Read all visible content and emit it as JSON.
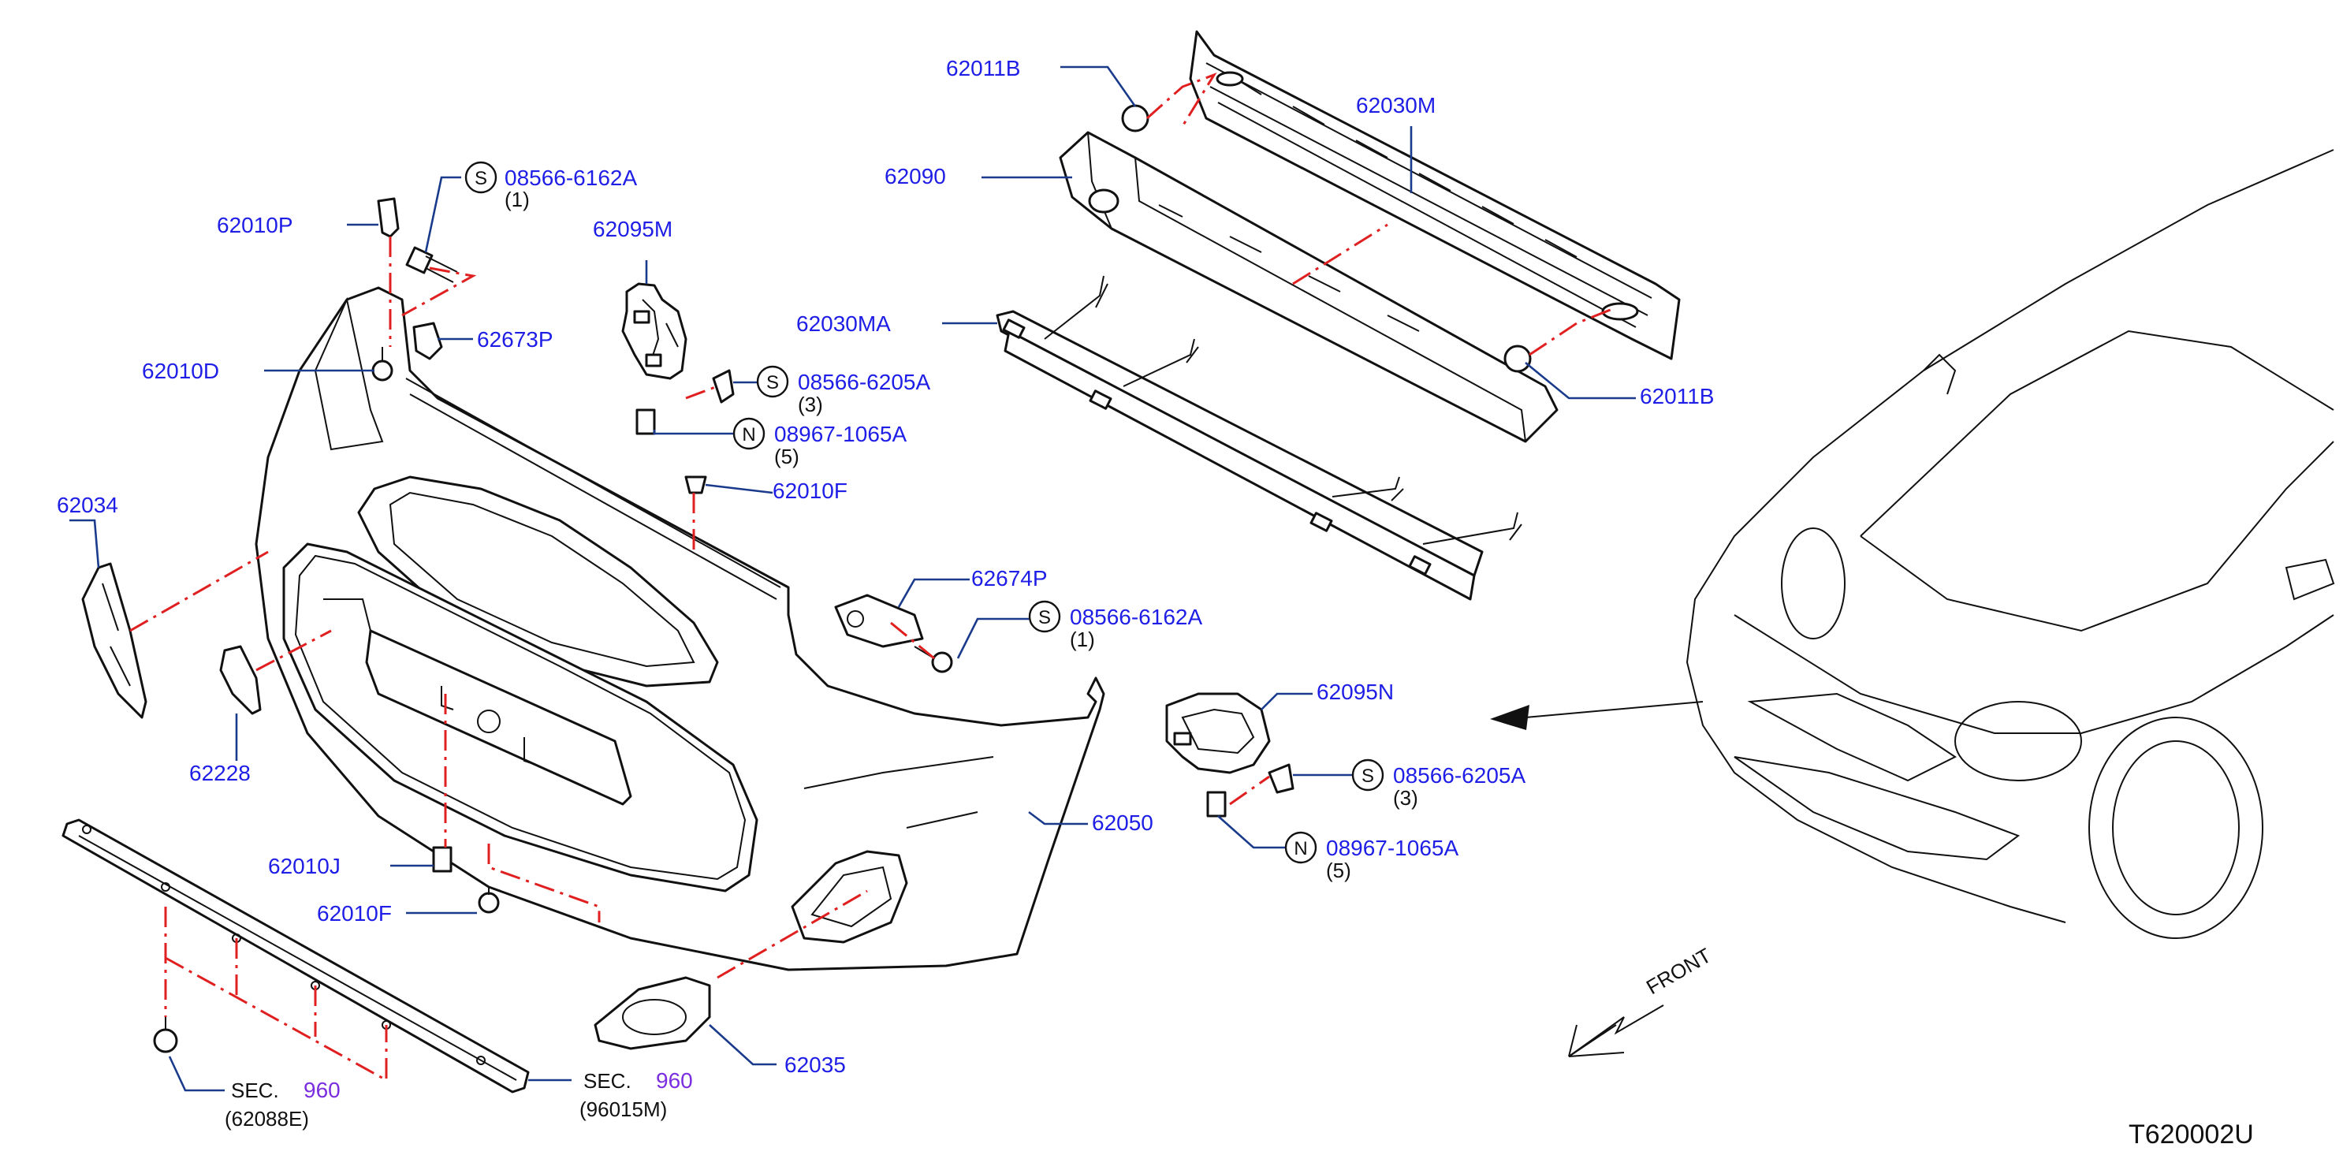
{
  "labels": {
    "p62011B_top": "62011B",
    "p62030M": "62030M",
    "p62090": "62090",
    "p62030MA": "62030MA",
    "p62011B_right": "62011B",
    "p62010P": "62010P",
    "p08566_6162A_top": "08566-6162A",
    "p08566_6162A_top_qty": "(1)",
    "p62673P": "62673P",
    "p62010D": "62010D",
    "p62095M": "62095M",
    "p08566_6205A_left": "08566-6205A",
    "p08566_6205A_left_qty": "(3)",
    "p08967_1065A_left": "08967-1065A",
    "p08967_1065A_left_qty": "(5)",
    "p62010F_top": "62010F",
    "p62034": "62034",
    "p62674P": "62674P",
    "p08566_6162A_mid": "08566-6162A",
    "p08566_6162A_mid_qty": "(1)",
    "p62228": "62228",
    "p62095N": "62095N",
    "p08566_6205A_right": "08566-6205A",
    "p08566_6205A_right_qty": "(3)",
    "p62050": "62050",
    "p08967_1065A_right": "08967-1065A",
    "p08967_1065A_right_qty": "(5)",
    "p62010J": "62010J",
    "p62010F_bottom": "62010F",
    "p62035": "62035",
    "sec_left_prefix": "SEC.",
    "sec_left_num": "960",
    "sec_left_ref": "(62088E)",
    "sec_right_prefix": "SEC.",
    "sec_right_num": "960",
    "sec_right_ref": "(96015M)",
    "front": "FRONT",
    "diagram_code": "T620002U"
  },
  "symbols": {
    "standard": "S",
    "nut": "N"
  },
  "colors": {
    "part_number": "#1e1ee6",
    "section_number": "#7a2ee0",
    "leader_line": "#1a3b8c",
    "assembly_line": "#e02020",
    "outline": "#111111"
  }
}
